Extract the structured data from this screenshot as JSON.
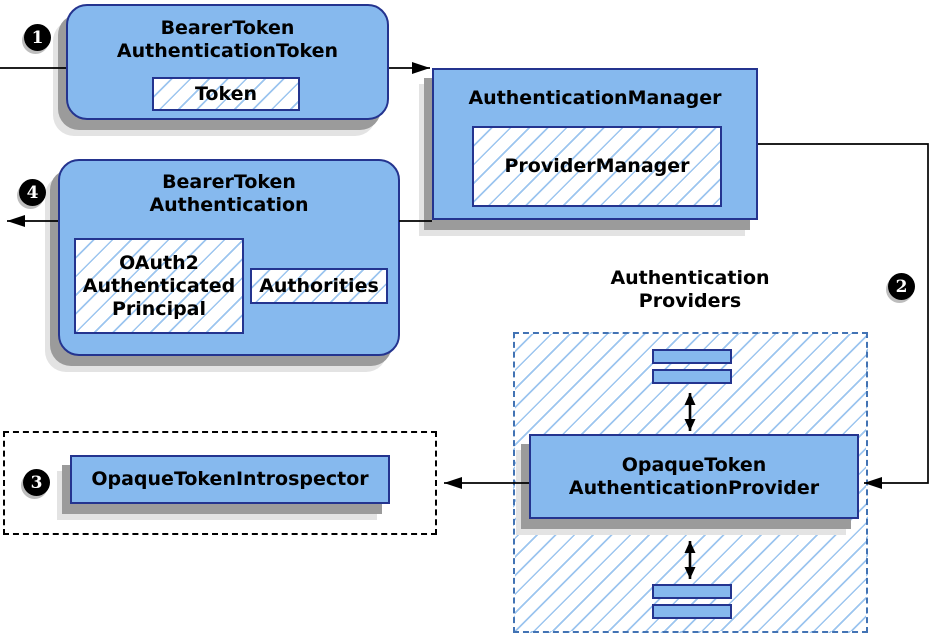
{
  "colors": {
    "node_fill": "#86B9EE",
    "node_border": "#24348F",
    "hatch_line": "#9CC5EF",
    "providers_dash_border": "#4273B4",
    "introspector_dash_border": "#000000",
    "shadow_dark": "#9B9B9B",
    "shadow_light": "#E3E3E3",
    "connector": "#000000",
    "badge_bg": "#000000",
    "badge_text": "#FFFFFF"
  },
  "steps": {
    "s1": "1",
    "s2": "2",
    "s3": "3",
    "s4": "4"
  },
  "nodes": {
    "bearer_token_authentication_token": {
      "title_lines": [
        "BearerToken",
        "AuthenticationToken"
      ],
      "token": "Token"
    },
    "authentication_manager": {
      "title": "AuthenticationManager",
      "provider_manager": "ProviderManager"
    },
    "bearer_token_authentication": {
      "title_lines": [
        "BearerToken",
        "Authentication"
      ],
      "principal_lines": [
        "OAuth2",
        "Authenticated",
        "Principal"
      ],
      "authorities": "Authorities"
    },
    "authentication_providers": {
      "heading_lines": [
        "Authentication",
        "Providers"
      ]
    },
    "opaque_token_authentication_provider": {
      "title_lines": [
        "OpaqueToken",
        "AuthenticationProvider"
      ]
    },
    "opaque_token_introspector": {
      "label": "OpaqueTokenIntrospector"
    }
  }
}
